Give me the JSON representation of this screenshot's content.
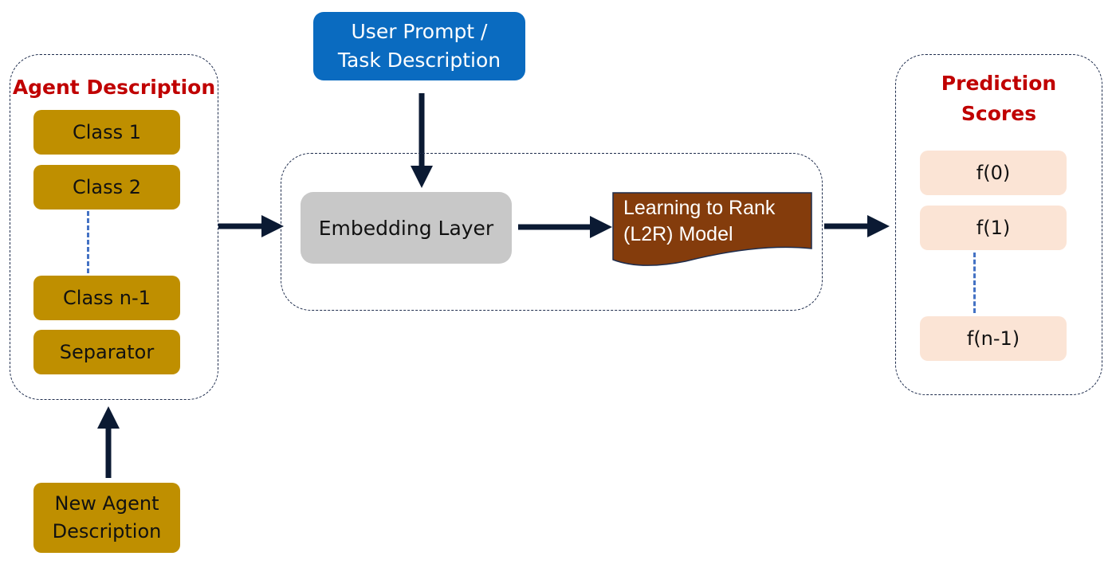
{
  "input": {
    "title": "User Prompt / Task Description",
    "line1": "User Prompt /",
    "line2": "Task Description",
    "color": "#0a6bc0"
  },
  "agent_description": {
    "title": "Agent Description",
    "title_color": "#c00000",
    "items": [
      {
        "label": "Class 1"
      },
      {
        "label": "Class 2"
      },
      {
        "label": "Class n-1"
      },
      {
        "label": "Separator"
      }
    ],
    "item_color": "#bf8f00"
  },
  "new_agent": {
    "line1": "New Agent",
    "line2": "Description"
  },
  "model": {
    "embedding_label": "Embedding Layer",
    "l2r_line1": "Learning to Rank",
    "l2r_line2": "(L2R) Model",
    "l2r_color": "#843c0c"
  },
  "prediction_scores": {
    "title_line1": "Prediction",
    "title_line2": "Scores",
    "items": [
      {
        "label": "f(0)"
      },
      {
        "label": "f(1)"
      },
      {
        "label": "f(n-1)"
      }
    ],
    "item_color": "#fbe4d5"
  }
}
